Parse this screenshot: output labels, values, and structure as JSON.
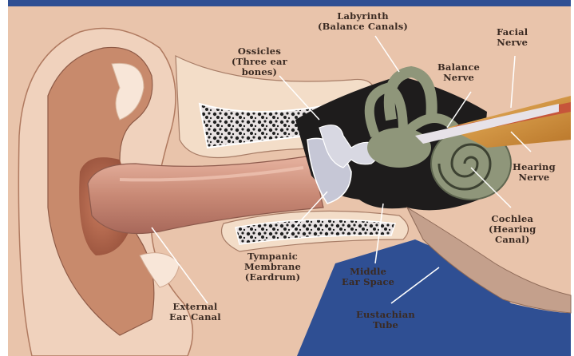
{
  "colors": {
    "background_blue": "#2f4f93",
    "skin": "#e9c4ab",
    "canal": "#d39a86",
    "bone_dark": "#2a2a2a",
    "labyrinth": "#8f967a",
    "nerve_orange": "#d9a04a",
    "label_text": "#3a2a22",
    "pointer_line": "#ffffff"
  },
  "labels": {
    "labyrinth": {
      "line1": "Labyrinth",
      "line2": "(Balance Canals)"
    },
    "facial_nerve": {
      "line1": "Facial",
      "line2": "Nerve"
    },
    "ossicles": {
      "line1": "Ossicles",
      "line2": "(Three ear",
      "line3": "bones)"
    },
    "balance_nerve": {
      "line1": "Balance",
      "line2": "Nerve"
    },
    "hearing_nerve": {
      "line1": "Hearing",
      "line2": "Nerve"
    },
    "cochlea": {
      "line1": "Cochlea",
      "line2": "(Hearing",
      "line3": "Canal)"
    },
    "tympanic_membrane": {
      "line1": "Tympanic",
      "line2": "Membrane",
      "line3": "(Eardrum)"
    },
    "middle_ear_space": {
      "line1": "Middle",
      "line2": "Ear Space"
    },
    "external_ear_canal": {
      "line1": "External",
      "line2": "Ear Canal"
    },
    "eustachian_tube": {
      "line1": "Eustachian",
      "line2": "Tube"
    }
  }
}
